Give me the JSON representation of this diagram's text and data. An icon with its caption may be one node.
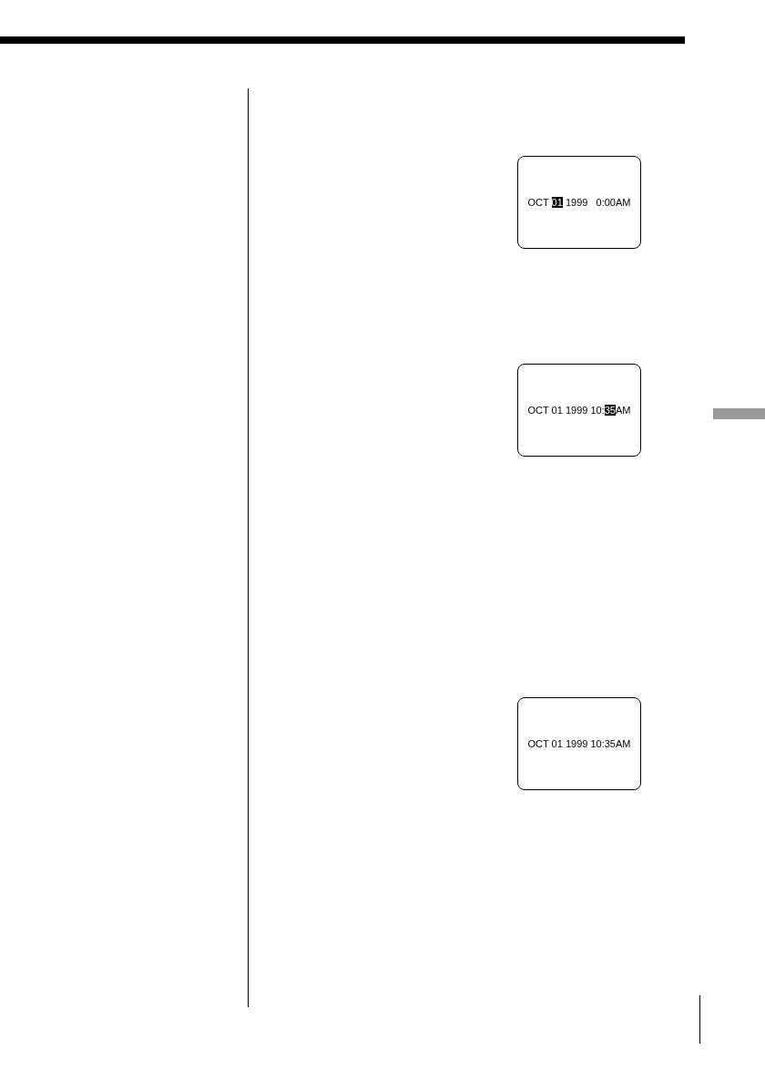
{
  "diagram": {
    "nodes": [
      {
        "text": [
          "OCT",
          "01",
          "1999   0:00AM"
        ]
      },
      {
        "text": [
          "OCT 01 1999 10:",
          "35",
          "AM"
        ]
      },
      {
        "text": [
          "OCT 01 1999 10:35AM"
        ]
      }
    ]
  }
}
